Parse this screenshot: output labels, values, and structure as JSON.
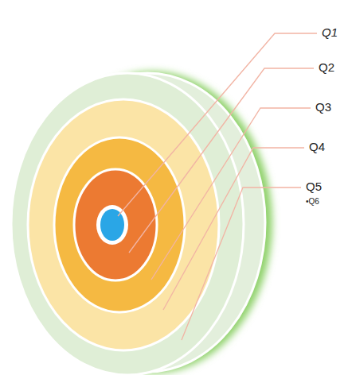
{
  "diagram": {
    "labels": [
      "Q1",
      "Q2",
      "Q3",
      "Q4",
      "Q5",
      "•Q6"
    ]
  }
}
